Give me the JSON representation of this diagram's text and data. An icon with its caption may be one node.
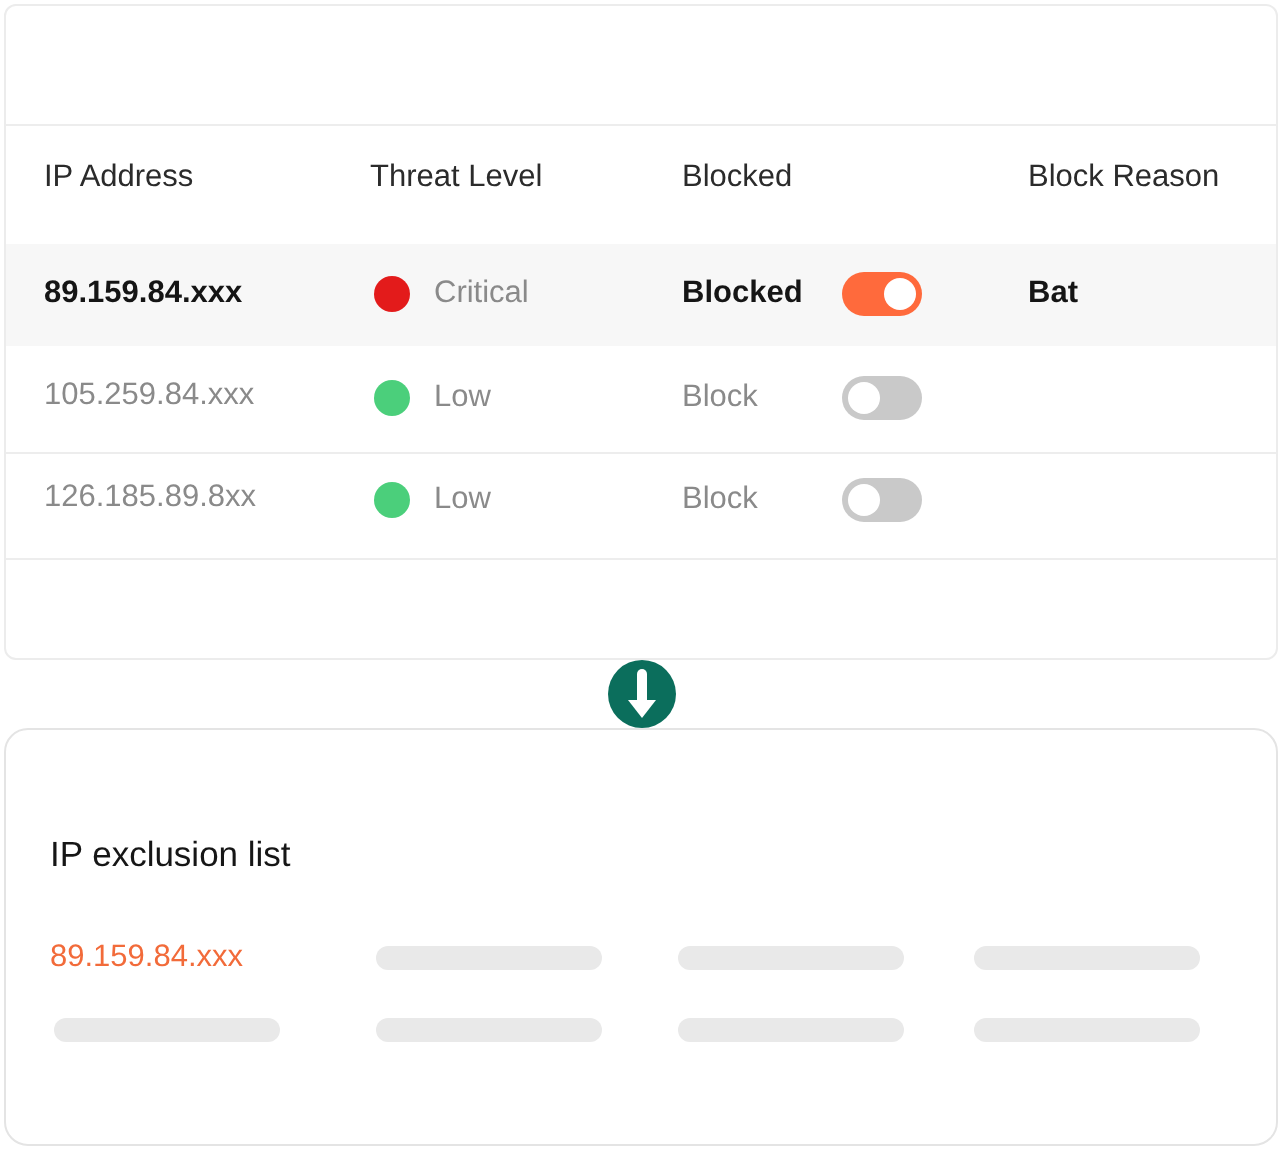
{
  "diagram": {
    "nodes": [
      {
        "text": [],
        "shape": "box"
      },
      {
        "text": [
          "IP exclusion list",
          "89.159.84.xxx"
        ]
      }
    ],
    "edges": [
      {
        "from": 0,
        "to": 1,
        "arrow": "to"
      }
    ],
    "labels": [
      "IP Address",
      "Threat Level",
      "Blocked",
      "Block Reason",
      "89.159.84.xxx",
      "Critical",
      "Blocked",
      "Bat",
      "105.259.84.xxx",
      "Low",
      "Block",
      "126.185.89.8xx",
      "Low",
      "Block"
    ]
  }
}
